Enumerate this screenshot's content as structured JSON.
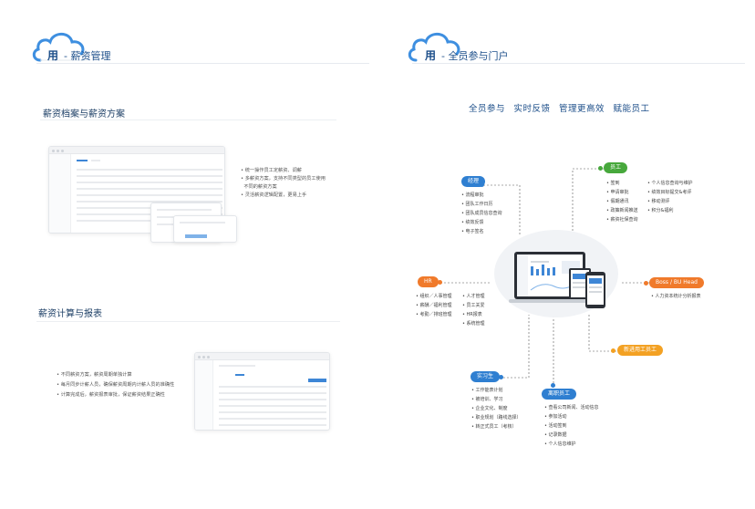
{
  "left": {
    "header": {
      "prefix": "用",
      "title": "- 薪资管理"
    },
    "section1": {
      "title": "薪资档案与薪资方案",
      "bullets": [
        "统一操作员工定薪资、调薪",
        "多薪资方案，支持不同类型的员工使用",
        "不同的薪资方案",
        "灵活薪资逻辑配置，更易上手"
      ]
    },
    "section2": {
      "title": "薪资计算与报表",
      "bullets": [
        "不同薪资方案，薪资周期单独计算",
        "每月同步计薪人员，确保薪资周期内计薪人员的准确性",
        "计算完成后，薪资报表审批，保证薪资结果正确性"
      ]
    }
  },
  "right": {
    "header": {
      "prefix": "用",
      "title": "- 全员参与门户"
    },
    "tagline": "全员参与  实时反馈  管理更高效  赋能员工",
    "roles": {
      "manager": {
        "label": "经理",
        "items": [
          "流程审批",
          "团队工作日历",
          "团队成员信息查询",
          "绩效反馈",
          "电子签名"
        ]
      },
      "employee": {
        "label": "员工",
        "items_col1": [
          "签到",
          "申请审批",
          "假期通讯",
          "政策新闻推送",
          "薪资社保查询"
        ],
        "items_col2": [
          "个人信息查询与维护",
          "绩效目标提交&考评",
          "移动测评",
          "积分&福利"
        ]
      },
      "hr": {
        "label": "HR",
        "items_col1": [
          "组织／人事管理",
          "薪酬／福利管理",
          "考勤／排班管理"
        ],
        "items_col2": [
          "人才管理",
          "员工关爱",
          "HR报表",
          "系统管理"
        ]
      },
      "boss": {
        "label": "Boss / BU Head",
        "items": [
          "人力资本统计分析报表"
        ]
      },
      "onboarding": {
        "label": "新进用工员工"
      },
      "intern": {
        "label": "实习生",
        "items": [
          "工作能表计划",
          "被培训、学习",
          "企业文化、制度",
          "职业规划（路线选择）",
          "转正式员工（考核）"
        ]
      },
      "offboarding": {
        "label": "离职员工",
        "items": [
          "查看公司新闻、活动信息",
          "参加活动",
          "活动签到",
          "记录数据",
          "个人信息维护"
        ]
      }
    }
  },
  "colors": {
    "title_blue": "#1d4f8a",
    "pill_blue": "#2f7fd1",
    "pill_green": "#47a83c",
    "pill_orange": "#f07a2b",
    "pill_amber": "#f3a123"
  }
}
